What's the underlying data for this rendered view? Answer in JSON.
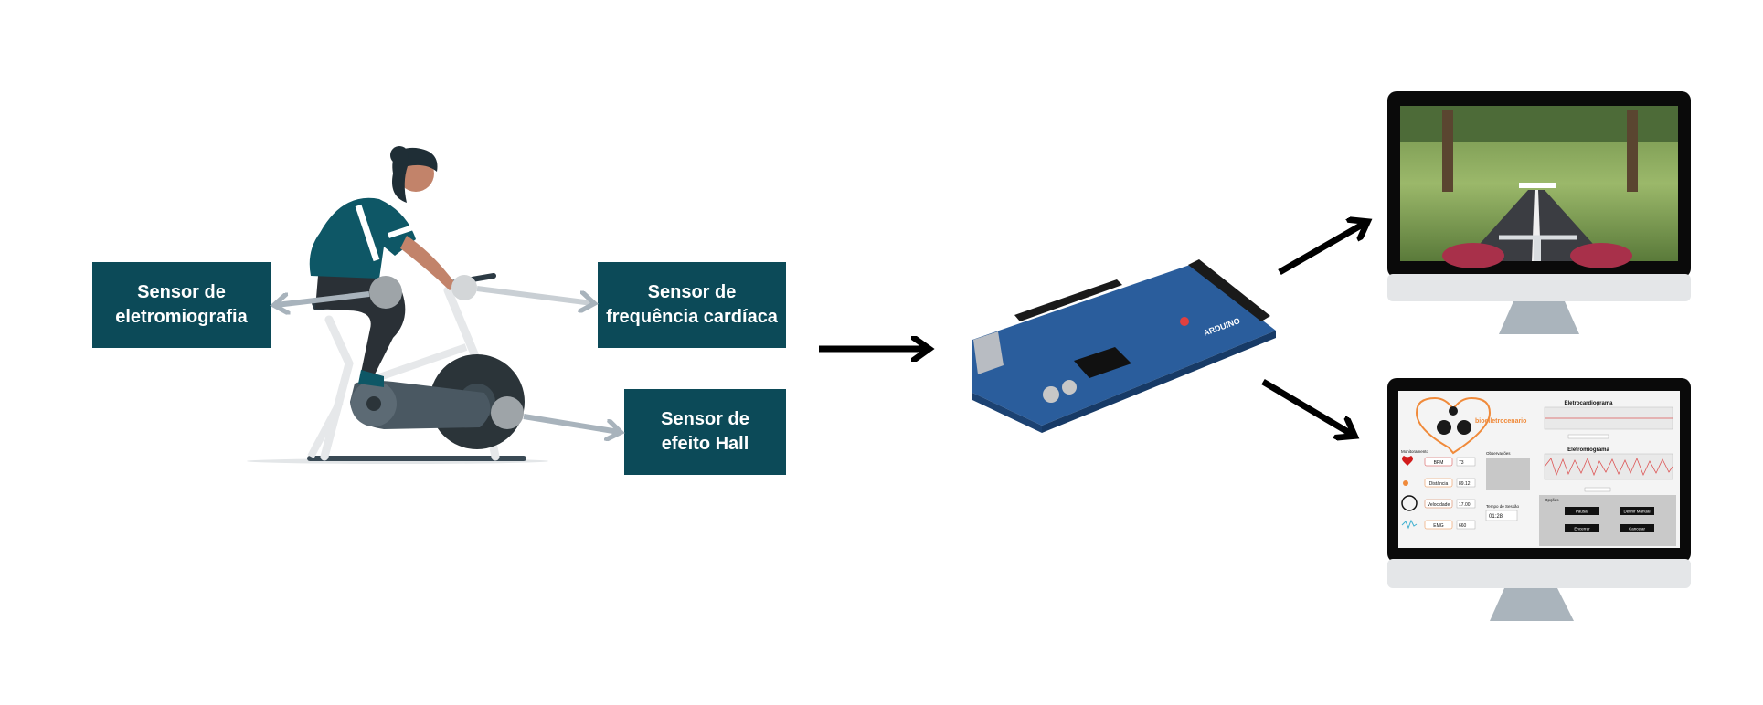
{
  "sensors": {
    "emg": {
      "line1": "Sensor de",
      "line2": "eletromiografia"
    },
    "heart_rate": {
      "line1": "Sensor de",
      "line2": "frequência cardíaca"
    },
    "hall": {
      "line1": "Sensor de",
      "line2": "efeito Hall"
    }
  },
  "arduino": {
    "board_text": "ARDUINO"
  },
  "monitor_app": {
    "brand": "bioelletrocenario",
    "ecg_title": "Eletrocardiograma",
    "emg_title": "Eletromiograma",
    "section_label": "Monitoramento",
    "observations_label": "Observações",
    "session_time_label": "Tempo de Sessão",
    "session_time_value": "01:28",
    "options_label": "Opções",
    "metrics": [
      {
        "label": "BPM",
        "value": "73"
      },
      {
        "label": "Distância",
        "value": "89.12"
      },
      {
        "label": "Velocidade",
        "value": "17.00"
      },
      {
        "label": "EMG",
        "value": "660"
      }
    ],
    "buttons": [
      "Pausar",
      "Definir Manual",
      "Encerrar",
      "Cancelar"
    ]
  },
  "colors": {
    "box_bg": "#0c4a58",
    "arrow_gray": "#a8b3bc",
    "arrow_black": "#000000",
    "board_blue": "#2a5d9c"
  }
}
